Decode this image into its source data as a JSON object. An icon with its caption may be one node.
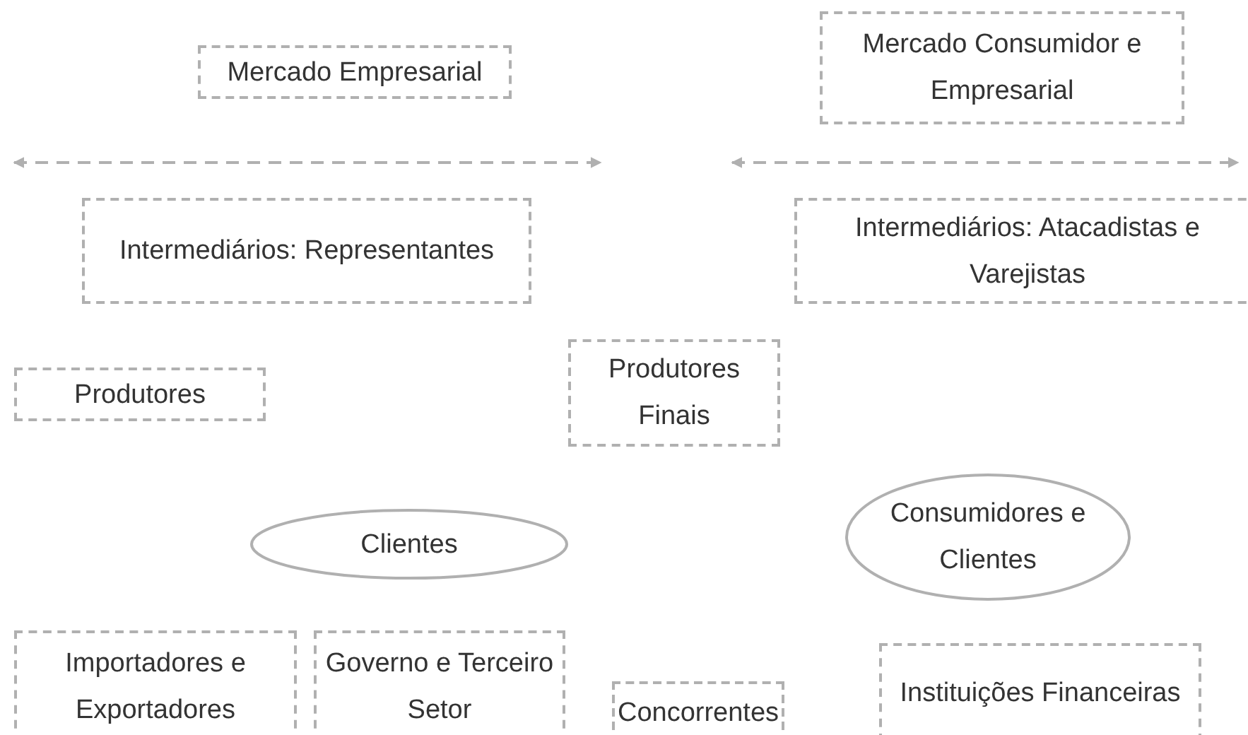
{
  "diagram": {
    "nodes": [
      {
        "text": [
          "Mercado Empresarial"
        ]
      },
      {
        "text": [
          "Mercado Consumidor e Empresarial"
        ]
      },
      {
        "text": [
          "Intermediários: Representantes"
        ]
      },
      {
        "text": [
          "Intermediários: Atacadistas e Varejistas"
        ]
      },
      {
        "text": [
          "Produtores"
        ]
      },
      {
        "text": [
          "Produtores Finais"
        ]
      },
      {
        "text": [
          "Clientes"
        ]
      },
      {
        "text": [
          "Consumidores e Clientes"
        ]
      },
      {
        "text": [
          "Importadores e Exportadores"
        ]
      },
      {
        "text": [
          "Governo e Terceiro Setor"
        ]
      },
      {
        "text": [
          "Concorrentes"
        ]
      },
      {
        "text": [
          "Instituições Financeiras"
        ]
      }
    ],
    "edges": []
  }
}
